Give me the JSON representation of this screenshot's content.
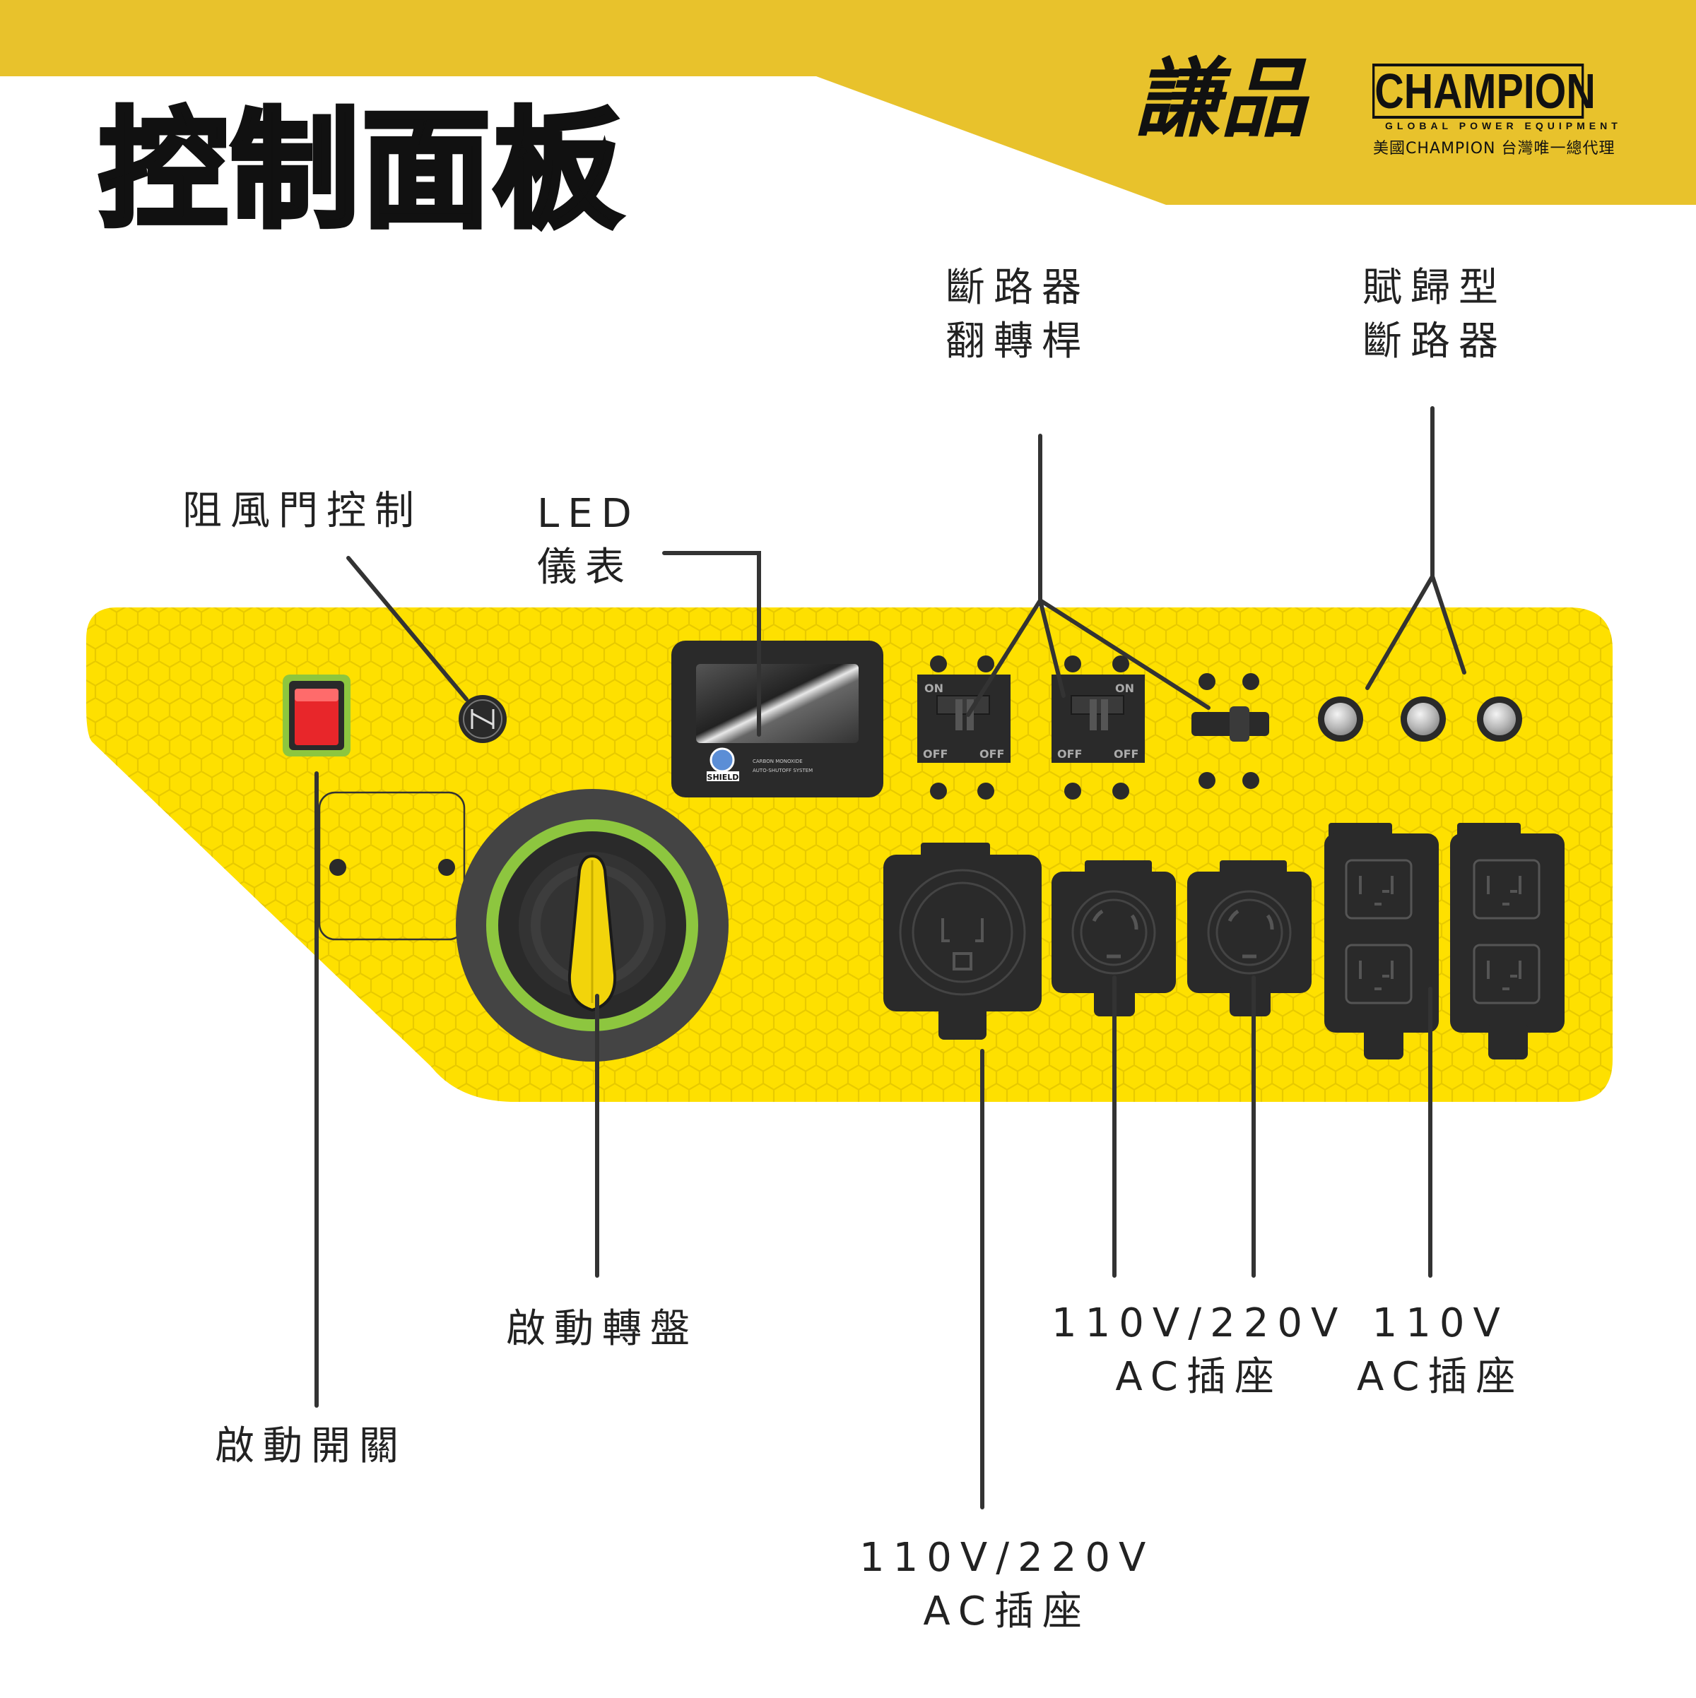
{
  "title": "控制面板",
  "brand": {
    "chinese_mark": "謙品",
    "logo_text": "CHAMPION",
    "logo_subtitle": "GLOBAL POWER EQUIPMENT",
    "distributor_line": "美國CHAMPION 台灣唯一總代理"
  },
  "colors": {
    "banner_yellow": "#E8C22C",
    "panel_yellow": "#FEE000",
    "outlet_black": "#2a2a2a",
    "start_switch_red": "#E8262A",
    "dial_ring_green": "#8DC63F",
    "dial_handle_yellow": "#F2D40B",
    "callout_line": "#333333"
  },
  "labels": {
    "choke": [
      "阻風門控制"
    ],
    "led": [
      "LED",
      "儀表"
    ],
    "breaker_toggle": [
      "斷路器",
      "翻轉桿"
    ],
    "reset_breaker": [
      "賦歸型",
      "斷路器"
    ],
    "start_dial": [
      "啟動轉盤"
    ],
    "start_switch": [
      "啟動開關"
    ],
    "ac_outlet_lower": [
      "110V/220V",
      "AC插座"
    ],
    "ac_outlet_twistlock": [
      "110V/220V",
      "AC插座"
    ],
    "ac_outlet_110": [
      "110V",
      "AC插座"
    ]
  },
  "panel": {
    "breaker_on_label": "ON",
    "breaker_off_label": "OFF",
    "co_shield_label": "SHIELD",
    "co_shield_caption_1": "CARBON MONOXIDE",
    "co_shield_caption_2": "AUTO-SHUTOFF SYSTEM"
  }
}
